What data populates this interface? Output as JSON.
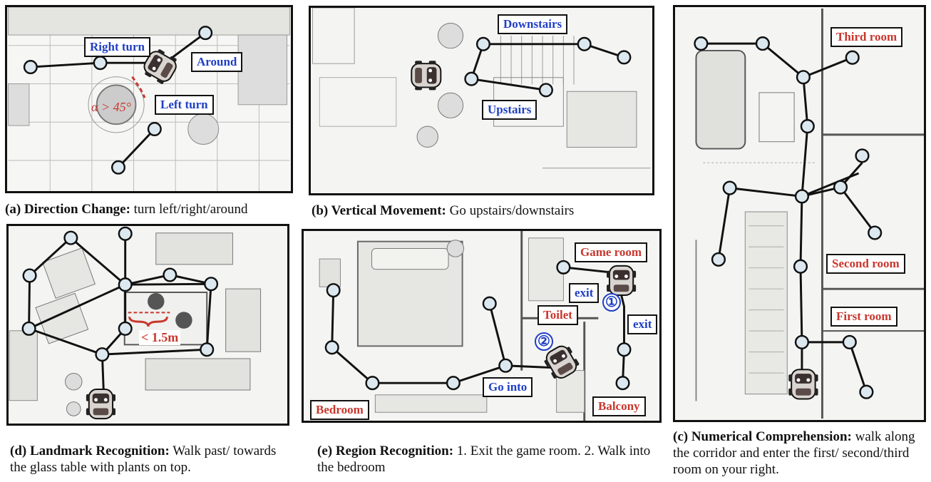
{
  "colors": {
    "route": "#111111",
    "node_fill": "#dce8ef",
    "blue_text": "#1f3fc4",
    "red_text": "#c8372d"
  },
  "icons": {
    "agent": "robot-car-icon",
    "waypoint": "waypoint-node-icon"
  },
  "panels": {
    "a": {
      "caption_bold": "(a) Direction Change:",
      "caption_text": " turn left/right/around",
      "labels": {
        "right_turn": "Right turn",
        "around": "Around",
        "left_turn": "Left turn"
      },
      "angle_annotation": "α > 45°"
    },
    "b": {
      "caption_bold": "(b) Vertical Movement:",
      "caption_text": " Go upstairs/downstairs",
      "labels": {
        "downstairs": "Downstairs",
        "upstairs": "Upstairs"
      }
    },
    "c": {
      "caption_bold": "(c) Numerical Comprehension:",
      "caption_text": " walk along the corridor and enter the first/ second/third room on your right.",
      "labels": {
        "third_room": "Third room",
        "second_room": "Second room",
        "first_room": "First room"
      }
    },
    "d": {
      "caption_bold": "(d) Landmark Recognition:",
      "caption_text": " Walk past/ towards the glass table with plants on top.",
      "distance_annotation": "< 1.5m"
    },
    "e": {
      "caption_bold": "(e) Region Recognition:",
      "caption_text": " 1. Exit the game room. 2. Walk into the bedroom",
      "labels": {
        "game_room": "Game room",
        "exit1": "exit",
        "exit2": "exit",
        "toilet": "Toilet",
        "go_into": "Go into",
        "bedroom": "Bedroom",
        "balcony": "Balcony"
      },
      "step1": "①",
      "step2": "②"
    }
  }
}
